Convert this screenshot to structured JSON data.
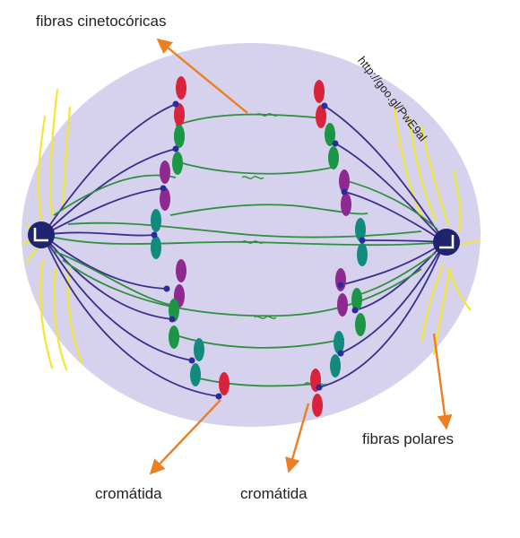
{
  "labels": {
    "kinetochore_fibers": "fibras cinetocóricas",
    "polar_fibers": "fibras polares",
    "chromatid_left": "cromátida",
    "chromatid_right": "cromátida",
    "source_url": "http://goo.gl/PwE9al"
  },
  "colors": {
    "cell": "#d6d2ee",
    "kinetochore_fiber": "#2f8f3f",
    "astral_fiber": "#3a2f8c",
    "polar_fiber": "#f1e634",
    "arrow": "#ef7d22",
    "chromatid_red": "#d9233a",
    "chromatid_green": "#1a9645",
    "chromatid_purple": "#8e2a8f",
    "chromatid_teal": "#138a7e",
    "centrosome": "#1f2370"
  }
}
